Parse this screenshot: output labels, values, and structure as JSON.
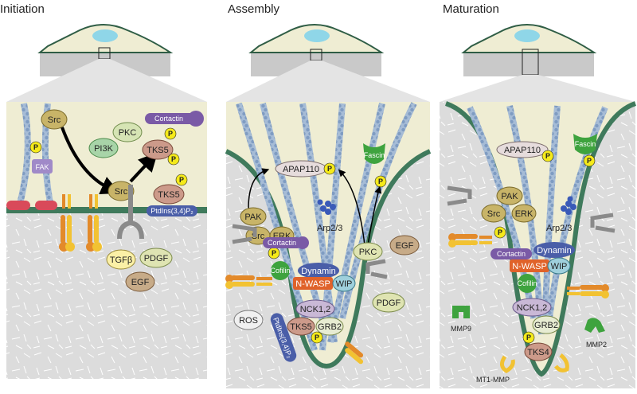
{
  "stages": {
    "initiation": {
      "title": "Initiation",
      "labels": {
        "src_top": "Src",
        "src_mid": "Src",
        "pkc": "PKC",
        "pi3k": "PI3K",
        "tks5_up": "TKS5",
        "tks5_low": "TKS5",
        "cortactin": "Cortactin",
        "ptdins": "PtdIns(3,4)P₂",
        "fak": "FAK",
        "tgfb": "TGFβ",
        "pdgf": "PDGF",
        "egf": "EGF",
        "p": "P"
      }
    },
    "assembly": {
      "title": "Assembly",
      "labels": {
        "apap110": "APAP110",
        "fascin": "Fascin",
        "pak": "PAK",
        "src": "Src",
        "erk": "ERK",
        "arp": "Arp2/3",
        "pkc": "PKC",
        "cortactin": "Cortactin",
        "egf": "EGF",
        "cofilin": "Cofilin",
        "dynamin": "Dynamin",
        "nwasp": "N-WASP",
        "wip": "WIP",
        "nck": "NCK1,2",
        "ros": "ROS",
        "tks5": "TKS5",
        "grb2": "GRB2",
        "pdgf": "PDGF",
        "ptdins": "PtdIns(3,4)P₂",
        "p": "P"
      }
    },
    "maturation": {
      "title": "Maturation",
      "labels": {
        "apap110": "APAP110",
        "fascin": "Fascin",
        "pak": "PAK",
        "src": "Src",
        "erk": "ERK",
        "arp": "Arp2/3",
        "cortactin": "Cortactin",
        "dynamin": "Dynamin",
        "nwasp": "N-WASP",
        "wip": "WIP",
        "cofilin": "Cofilin",
        "nck": "NCK1,2",
        "grb2": "GRB2",
        "tks4": "TKS4",
        "mmp9": "MMP9",
        "mmp2": "MMP2",
        "mt1mmp": "MT1-MMP",
        "p": "P"
      }
    }
  },
  "colors": {
    "cytoplasm": "#efedd3",
    "matrix": "#dcdcdc",
    "membrane": "#3f7a5c",
    "actin": "#8fa9c8",
    "phospho": "#f5ea1a",
    "src": "#c8b468",
    "cortactin": "#7a5aa6",
    "tks": "#cc9a8a",
    "ptdins": "#4a5ea8",
    "nwasp": "#e0622a",
    "cofilin": "#3ea33e",
    "wip": "#9fd0dc",
    "nck": "#c9b8d6"
  }
}
